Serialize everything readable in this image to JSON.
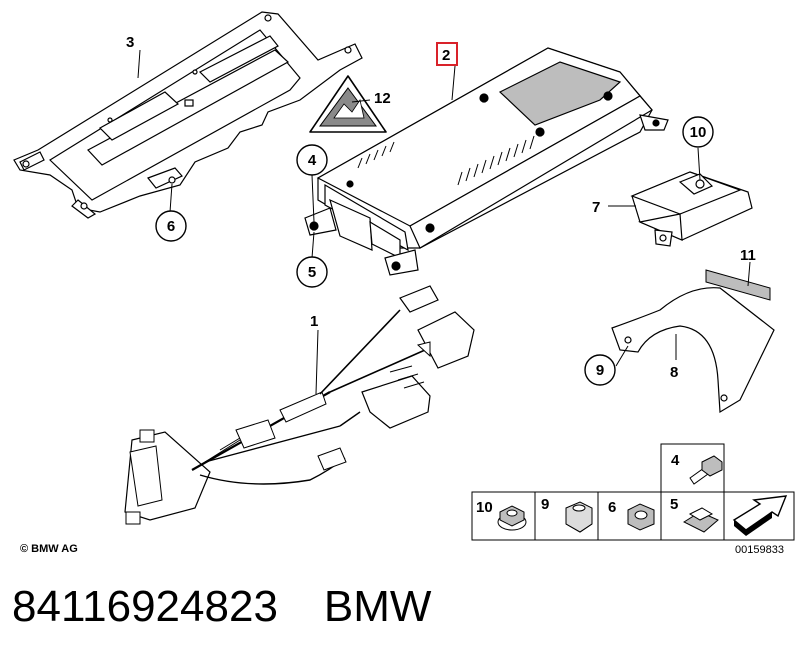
{
  "callouts": {
    "c1": "1",
    "c2": "2",
    "c3": "3",
    "c4": "4",
    "c5": "5",
    "c6": "6",
    "c7": "7",
    "c8": "8",
    "c9": "9",
    "c10": "10",
    "c11": "11",
    "c12": "12"
  },
  "legend": {
    "item_10": "10",
    "item_9": "9",
    "item_6": "6",
    "item_5": "5",
    "item_4": "4"
  },
  "copyright": "© BMW AG",
  "diagram_number": "00159833",
  "part_number": "84116924823",
  "brand": "BMW",
  "colors": {
    "highlight": "#d9222a",
    "line": "#000000",
    "shade": "#bdbdbd"
  }
}
